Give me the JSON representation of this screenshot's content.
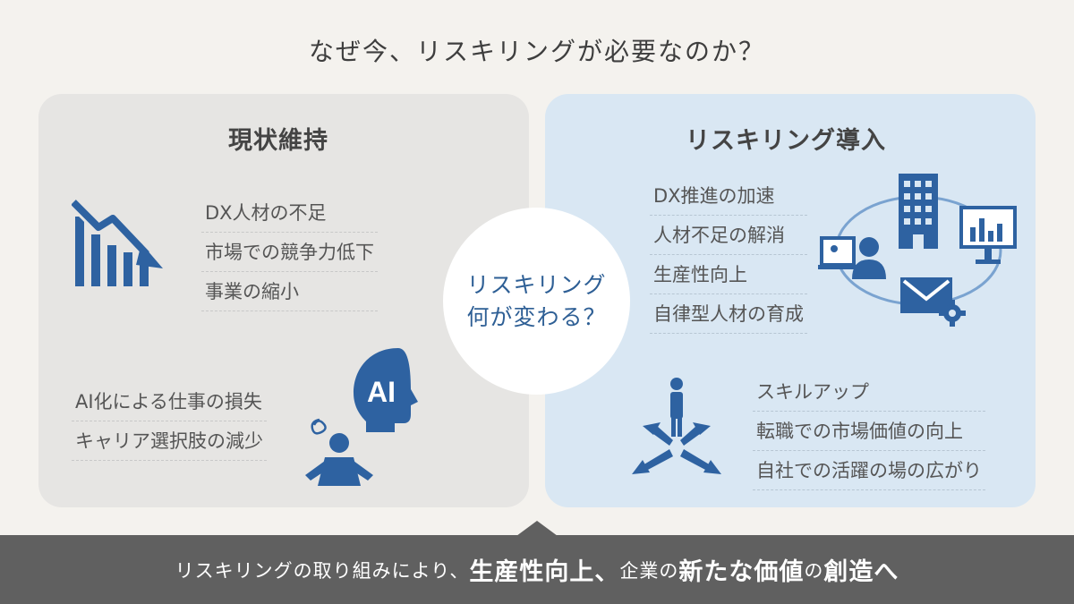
{
  "title": "なぜ今、リスキリングが必要なのか？",
  "left_panel": {
    "title": "現状維持",
    "group1": [
      "DX人材の不足",
      "市場での競争力低下",
      "事業の縮小"
    ],
    "group2": [
      "AI化による仕事の損失",
      "キャリア選択肢の減少"
    ],
    "ai_icon_text": "AI"
  },
  "right_panel": {
    "title": "リスキリング導入",
    "group1": [
      "DX推進の加速",
      "人材不足の解消",
      "生産性向上",
      "自律型人材の育成"
    ],
    "group2": [
      "スキルアップ",
      "転職での市場価値の向上",
      "自社での活躍の場の広がり"
    ]
  },
  "center": {
    "line1": "リスキリング",
    "line2": "何が変わる？"
  },
  "bottom": {
    "part1": "リスキリングの取り組みにより、",
    "strong1": "生産性向上、",
    "part2": "企業の",
    "strong2": "新たな価値",
    "part3": "の",
    "strong3": "創造へ"
  },
  "colors": {
    "accent_blue": "#2e5f95",
    "left_bg": "#e6e5e3",
    "right_bg": "#d9e7f3",
    "bar_bg": "#606060"
  }
}
